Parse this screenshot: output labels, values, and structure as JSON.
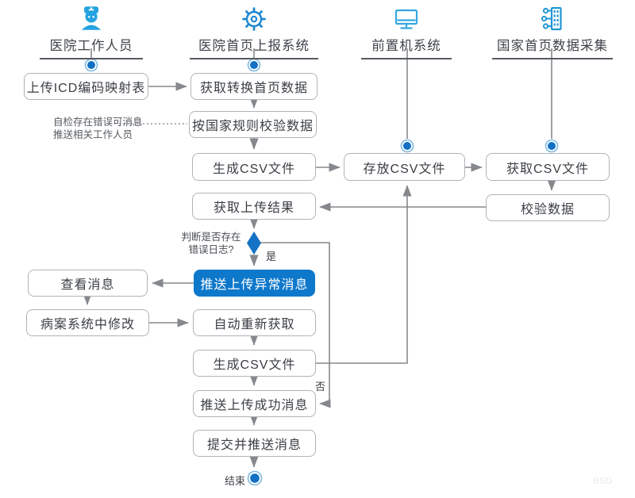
{
  "lanes": {
    "staff": {
      "label": "医院工作人员",
      "icon": "nurse-icon"
    },
    "report_system": {
      "label": "医院首页上报系统",
      "icon": "gear-icon"
    },
    "front_machine": {
      "label": "前置机系统",
      "icon": "monitor-icon"
    },
    "national": {
      "label": "国家首页数据采集",
      "icon": "data-collection-icon"
    }
  },
  "nodes": {
    "upload_icd": {
      "label": "上传ICD编码映射表"
    },
    "fetch_convert": {
      "label": "获取转换首页数据"
    },
    "validate_national": {
      "label": "按国家规则校验数据"
    },
    "gen_csv_1": {
      "label": "生成CSV文件"
    },
    "store_csv": {
      "label": "存放CSV文件"
    },
    "fetch_csv": {
      "label": "获取CSV文件"
    },
    "fetch_result": {
      "label": "获取上传结果"
    },
    "validate_data": {
      "label": "校验数据"
    },
    "view_msg": {
      "label": "查看消息"
    },
    "push_error": {
      "label": "推送上传异常消息"
    },
    "modify_record": {
      "label": "病案系统中修改"
    },
    "auto_refetch": {
      "label": "自动重新获取"
    },
    "gen_csv_2": {
      "label": "生成CSV文件"
    },
    "push_success": {
      "label": "推送上传成功消息"
    },
    "submit_push": {
      "label": "提交并推送消息"
    }
  },
  "decision": {
    "line1": "判断是否存在",
    "line2": "错误日志?",
    "yes_label": "是",
    "no_label": "否"
  },
  "note": {
    "line1": "自检存在错误可消息",
    "line2": "推送相关工作人员"
  },
  "end_label": "结束",
  "watermark": "eso",
  "colors": {
    "accent_blue": "#0e78cb",
    "icon_blue": "#2aa2df",
    "node_border": "#aeb4bb",
    "connector_gray": "#85888c"
  }
}
